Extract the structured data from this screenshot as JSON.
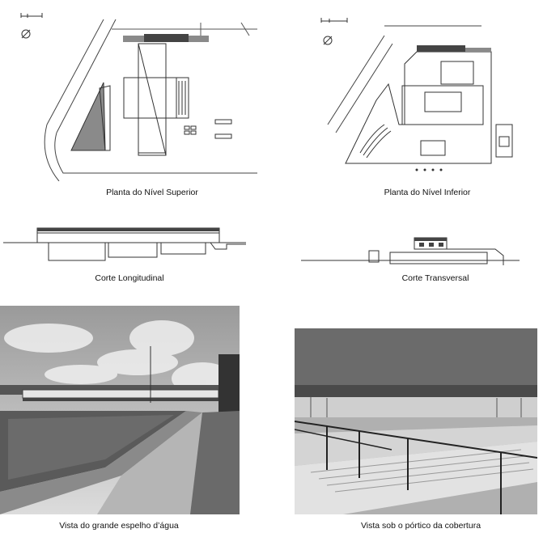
{
  "captions": {
    "upper_plan": "Planta do Nível Superior",
    "lower_plan": "Planta do Nível Inferior",
    "long_section": "Corte Longitudinal",
    "trans_section": "Corte Transversal",
    "photo_pool": "Vista do grande espelho d’água",
    "photo_portico": "Vista sob o pórtico da cobertura"
  },
  "icons": {
    "north": "north-arrow-icon",
    "scale": "scale-bar-icon"
  },
  "colors": {
    "line": "#333333",
    "fill_gray": "#8a8a8a",
    "photo_sky": "#c9c9c9",
    "photo_dark": "#3a3a3a"
  }
}
